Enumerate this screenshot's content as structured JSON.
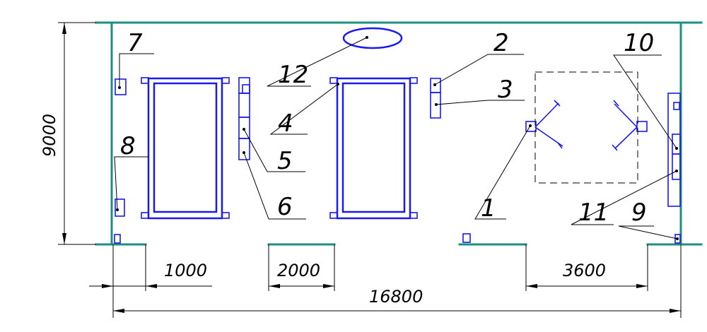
{
  "labels": {
    "l1": "1",
    "l2": "2",
    "l3": "3",
    "l4": "4",
    "l5": "5",
    "l6": "6",
    "l7": "7",
    "l8": "8",
    "l9": "9",
    "l10": "10",
    "l11": "11",
    "l12": "12"
  },
  "dimensions": {
    "height": "9000",
    "d1000": "1000",
    "d2000": "2000",
    "d3600": "3600",
    "total": "16800"
  }
}
